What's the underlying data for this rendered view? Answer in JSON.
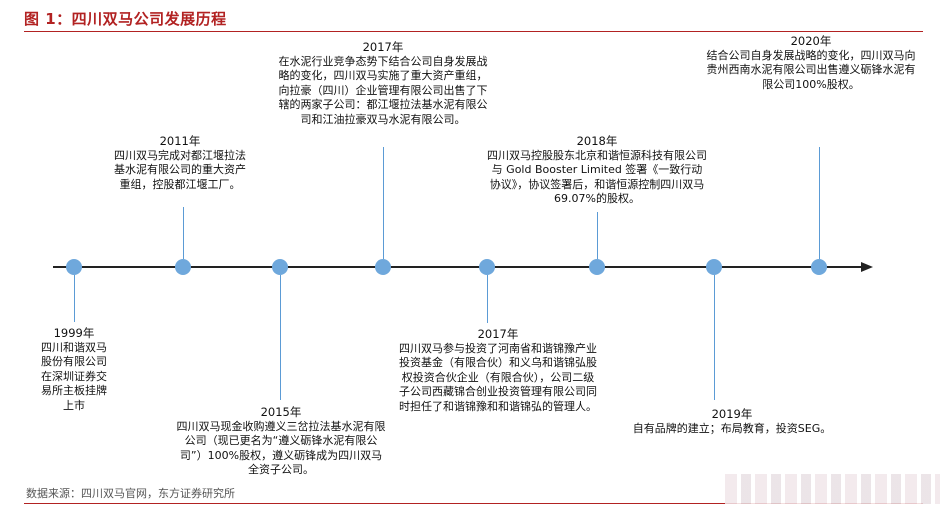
{
  "title": "图 1：四川双马公司发展历程",
  "footer": "数据来源：四川双马官网，东方证券研究所",
  "events": [
    {
      "year": "1999年",
      "text": "四川和谐双马股份有限公司在深圳证券交易所主板挂牌上市"
    },
    {
      "year": "2011年",
      "text": "四川双马完成对都江堰拉法基水泥有限公司的重大资产重组，控股都江堰工厂。"
    },
    {
      "year": "2015年",
      "text": "四川双马现金收购遵义三岔拉法基水泥有限公司（现已更名为“遵义砺锋水泥有限公司”）100%股权，遵义砺锋成为四川双马全资子公司。"
    },
    {
      "year": "2017年",
      "text": "在水泥行业竞争态势下结合公司自身发展战略的变化，四川双马实施了重大资产重组，向拉豪（四川）企业管理有限公司出售了下辖的两家子公司：都江堰拉法基水泥有限公司和江油拉豪双马水泥有限公司。"
    },
    {
      "year": "2017年",
      "text": "四川双马参与投资了河南省和谐锦豫产业投资基金（有限合伙）和义乌和谐锦弘股权投资合伙企业（有限合伙），公司二级子公司西藏锦合创业投资管理有限公司同时担任了和谐锦豫和和谐锦弘的管理人。"
    },
    {
      "year": "2018年",
      "text": "四川双马控股股东北京和谐恒源科技有限公司与 Gold Booster Limited 签署《一致行动协议》，协议签署后，和谐恒源控制四川双马69.07%的股权。"
    },
    {
      "year": "2019年",
      "text": "自有品牌的建立；布局教育，投资SEG。"
    },
    {
      "year": "2020年",
      "text": "结合公司自身发展战略的变化，四川双马向贵州西南水泥有限公司出售遵义砺锋水泥有限公司100%股权。"
    }
  ]
}
